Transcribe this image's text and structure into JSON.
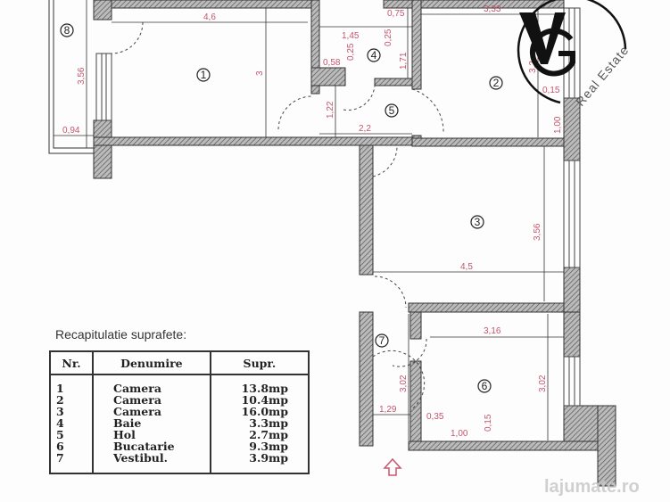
{
  "plan": {
    "rooms": [
      "1",
      "2",
      "3",
      "4",
      "5",
      "6",
      "7",
      "8"
    ],
    "dimensions": {
      "r1_width": "4,6",
      "r1_height": "3",
      "balcony_height": "3,56",
      "balcony_width": "0,94",
      "r4_width": "1,45",
      "r4_small1": "0,75",
      "r4_small2": "0,25",
      "r4_height": "1,71",
      "r4_stub_w": "0,58",
      "r4_stub_h": "0,25",
      "r5_height": "1,22",
      "r5_width": "2,2",
      "r2_width": "3,33",
      "r2_height": "3,2",
      "r2_small1": "0,15",
      "r2_small2": "1,00",
      "r3_width": "4,5",
      "r3_height": "3,56",
      "r6_width": "3,16",
      "r6_height": "3,02",
      "r7_height": "3,02",
      "r7_width": "1,29",
      "r6_small1": "0,35",
      "r6_small2": "1,00",
      "r6_small3": "0,15"
    },
    "entrance_icon": "arrow-up-icon"
  },
  "summary": {
    "title": "Recapitulatie suprafete:",
    "headers": [
      "Nr.",
      "Denumire",
      "Supr."
    ],
    "rows": [
      {
        "nr": "1",
        "name": "Camera",
        "area": "13.8mp"
      },
      {
        "nr": "2",
        "name": "Camera",
        "area": "10.4mp"
      },
      {
        "nr": "3",
        "name": "Camera",
        "area": "16.0mp"
      },
      {
        "nr": "4",
        "name": "Baie",
        "area": "3.3mp"
      },
      {
        "nr": "5",
        "name": "Hol",
        "area": "2.7mp"
      },
      {
        "nr": "6",
        "name": "Bucatarie",
        "area": "9.3mp"
      },
      {
        "nr": "7",
        "name": "Vestibul.",
        "area": "3.9mp"
      }
    ]
  },
  "logo": {
    "monogram": "VG",
    "text": "Real Estate"
  },
  "watermark": "lajumate.ro",
  "colors": {
    "dimension": "#c4566e",
    "wall": "#888888"
  }
}
